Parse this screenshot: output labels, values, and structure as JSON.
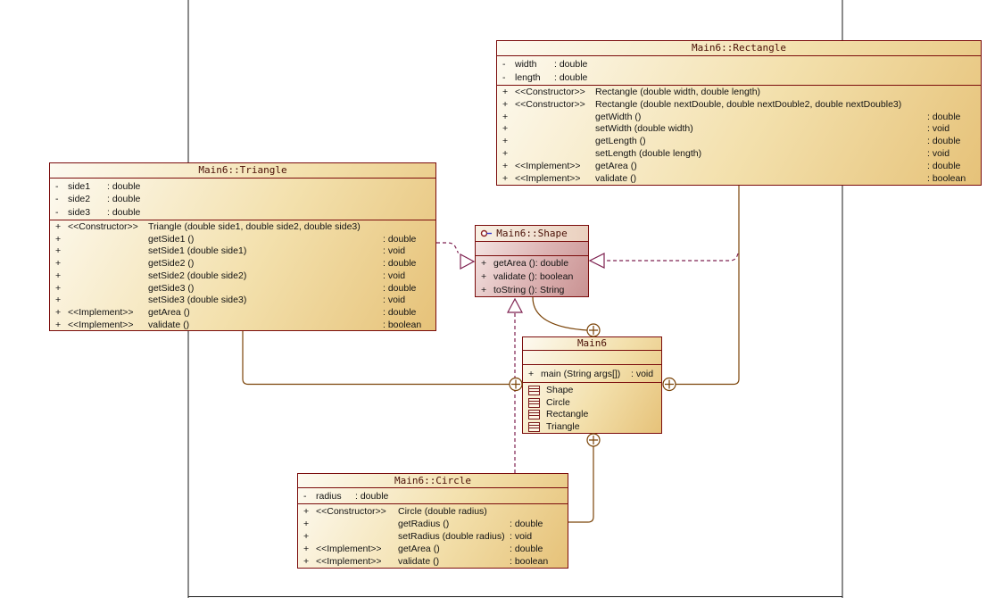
{
  "diagram": {
    "kind": "uml-class-diagram",
    "theme": {
      "box_border": "#7b0c0c",
      "class_fill_light": "#fdfaf1",
      "class_fill_dark": "#e6c279",
      "interface_fill_light": "#f6e9e7",
      "interface_fill_dark": "#c99292",
      "containment_line": "#7b4408",
      "realization_line": "#7e2150",
      "page_line": "#1a1a1a",
      "member_text": "#121212",
      "title_text": "#4a1006"
    }
  },
  "classes": [
    {
      "id": "rectangle",
      "kind": "class",
      "title": "Main6::Rectangle",
      "fields": [
        {
          "vis": "-",
          "name": "width",
          "type": ": double"
        },
        {
          "vis": "-",
          "name": "length",
          "type": ": double"
        }
      ],
      "methods": [
        {
          "vis": "+",
          "stereotype": "<<Constructor>>",
          "signature": "Rectangle (double width, double length)",
          "rtype": ""
        },
        {
          "vis": "+",
          "stereotype": "<<Constructor>>",
          "signature": "Rectangle (double nextDouble, double nextDouble2, double nextDouble3)",
          "rtype": ""
        },
        {
          "vis": "+",
          "stereotype": "",
          "signature": "getWidth ()",
          "rtype": ": double"
        },
        {
          "vis": "+",
          "stereotype": "",
          "signature": "setWidth (double width)",
          "rtype": ": void"
        },
        {
          "vis": "+",
          "stereotype": "",
          "signature": "getLength ()",
          "rtype": ": double"
        },
        {
          "vis": "+",
          "stereotype": "",
          "signature": "setLength (double length)",
          "rtype": ": void"
        },
        {
          "vis": "+",
          "stereotype": "<<Implement>>",
          "signature": "getArea ()",
          "rtype": ": double"
        },
        {
          "vis": "+",
          "stereotype": "<<Implement>>",
          "signature": "validate ()",
          "rtype": ": boolean"
        }
      ]
    },
    {
      "id": "triangle",
      "kind": "class",
      "title": "Main6::Triangle",
      "fields": [
        {
          "vis": "-",
          "name": "side1",
          "type": ": double"
        },
        {
          "vis": "-",
          "name": "side2",
          "type": ": double"
        },
        {
          "vis": "-",
          "name": "side3",
          "type": ": double"
        }
      ],
      "methods": [
        {
          "vis": "+",
          "stereotype": "<<Constructor>>",
          "signature": "Triangle (double side1, double side2, double side3)",
          "rtype": ""
        },
        {
          "vis": "+",
          "stereotype": "",
          "signature": "getSide1 ()",
          "rtype": ": double"
        },
        {
          "vis": "+",
          "stereotype": "",
          "signature": "setSide1 (double side1)",
          "rtype": ": void"
        },
        {
          "vis": "+",
          "stereotype": "",
          "signature": "getSide2 ()",
          "rtype": ": double"
        },
        {
          "vis": "+",
          "stereotype": "",
          "signature": "setSide2 (double side2)",
          "rtype": ": void"
        },
        {
          "vis": "+",
          "stereotype": "",
          "signature": "getSide3 ()",
          "rtype": ": double"
        },
        {
          "vis": "+",
          "stereotype": "",
          "signature": "setSide3 (double side3)",
          "rtype": ": void"
        },
        {
          "vis": "+",
          "stereotype": "<<Implement>>",
          "signature": "getArea ()",
          "rtype": ": double"
        },
        {
          "vis": "+",
          "stereotype": "<<Implement>>",
          "signature": "validate ()",
          "rtype": ": boolean"
        }
      ]
    },
    {
      "id": "shape",
      "kind": "interface",
      "title": "Main6::Shape",
      "fields": [],
      "methods": [
        {
          "vis": "+",
          "stereotype": "",
          "signature": "getArea ()",
          "rtype": ": double"
        },
        {
          "vis": "+",
          "stereotype": "",
          "signature": "validate ()",
          "rtype": ": boolean"
        },
        {
          "vis": "+",
          "stereotype": "",
          "signature": "toString ()",
          "rtype": ": String"
        }
      ]
    },
    {
      "id": "main6",
      "kind": "class",
      "title": "Main6",
      "fields": [],
      "methods": [
        {
          "vis": "+",
          "stereotype": "",
          "signature": "main (String args[])",
          "rtype": ": void"
        }
      ],
      "inner_classes": [
        "Shape",
        "Circle",
        "Rectangle",
        "Triangle"
      ]
    },
    {
      "id": "circle",
      "kind": "class",
      "title": "Main6::Circle",
      "fields": [
        {
          "vis": "-",
          "name": "radius",
          "type": ": double"
        }
      ],
      "methods": [
        {
          "vis": "+",
          "stereotype": "<<Constructor>>",
          "signature": "Circle (double radius)",
          "rtype": ""
        },
        {
          "vis": "+",
          "stereotype": "",
          "signature": "getRadius ()",
          "rtype": ": double"
        },
        {
          "vis": "+",
          "stereotype": "",
          "signature": "setRadius (double radius)",
          "rtype": ": void"
        },
        {
          "vis": "+",
          "stereotype": "<<Implement>>",
          "signature": "getArea ()",
          "rtype": ": double"
        },
        {
          "vis": "+",
          "stereotype": "<<Implement>>",
          "signature": "validate ()",
          "rtype": ": boolean"
        }
      ]
    }
  ],
  "connectors": [
    {
      "kind": "realization",
      "from": "Main6::Triangle",
      "to": "Main6::Shape"
    },
    {
      "kind": "realization",
      "from": "Main6::Rectangle",
      "to": "Main6::Shape"
    },
    {
      "kind": "realization",
      "from": "Main6::Circle",
      "to": "Main6::Shape"
    },
    {
      "kind": "containment",
      "from": "Main6",
      "to": "Main6::Shape"
    },
    {
      "kind": "containment",
      "from": "Main6",
      "to": "Main6::Triangle"
    },
    {
      "kind": "containment",
      "from": "Main6",
      "to": "Main6::Rectangle"
    },
    {
      "kind": "containment",
      "from": "Main6",
      "to": "Main6::Circle"
    }
  ]
}
